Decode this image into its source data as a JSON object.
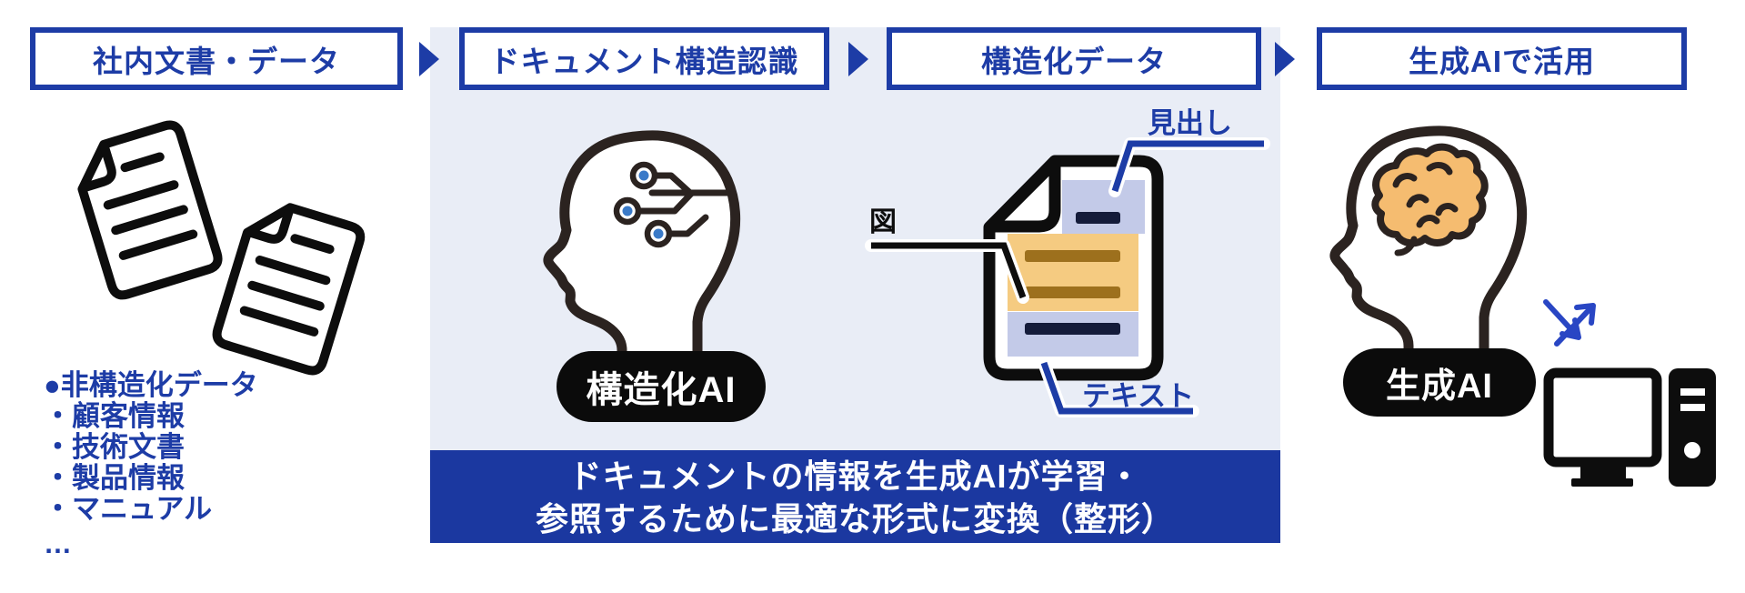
{
  "flow": {
    "steps": [
      {
        "label": "社内文書・データ"
      },
      {
        "label": "ドキュメント構造認識"
      },
      {
        "label": "構造化データ"
      },
      {
        "label": "生成AIで活用"
      }
    ]
  },
  "source_panel": {
    "list_title": "●非構造化データ",
    "items": [
      "・顧客情報",
      "・技術文書",
      "・製品情報",
      "・マニュアル"
    ],
    "ellipsis": "…"
  },
  "structuring_panel": {
    "ai_badge": "構造化AI",
    "caption_line1": "ドキュメントの情報を生成AIが学習・",
    "caption_line2": "参照するために最適な形式に変換（整形）"
  },
  "structured_panel": {
    "heading_label": "見出し",
    "figure_label": "図",
    "text_label": "テキスト"
  },
  "generation_panel": {
    "ai_badge": "生成AI"
  },
  "icons": {
    "documents_icon": "two tilted document pages",
    "structuring_head_icon": "human head profile with circuit nodes",
    "structured_document_icon": "document with heading, figure and text zones",
    "generative_head_icon": "human head profile with brain",
    "sync_arrows_icon": "bidirectional diagonal arrows",
    "computer_icon": "desktop monitor and tower"
  },
  "colors": {
    "primary_blue": "#1d3ca6",
    "band_blue": "#1b38a0",
    "panel_light": "#e9edf6",
    "lavender_zone": "#c3cae8",
    "navy_bar": "#141b3a",
    "orange_zone": "#f5cb81",
    "brown_bar": "#9d701d",
    "brain_orange": "#f5bc70",
    "node_blue": "#3a7ac8",
    "swap_blue": "#2946c4",
    "icon_black": "#0d0d0d"
  }
}
